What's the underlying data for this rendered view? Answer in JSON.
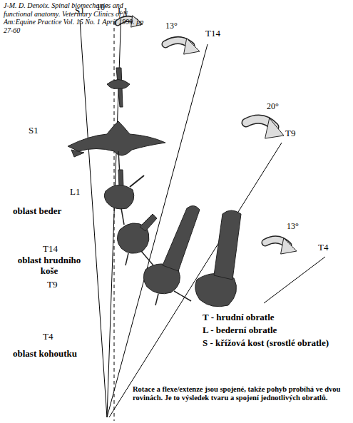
{
  "diagram": {
    "caption": "Rotace a flexe/extenze jsou spojené, takže pohyb probíhá ve dvou rovinách. Je to výsledek tvaru a spojení jednotlivých obratlů.",
    "labels": [
      "J-M. D. Denoix. Spinal biomechanics and functional anatomy. Veterinary Clinics of N Am:Equine Practice Vol. 15 No. 1 April 1999. pp 27-60",
      "S1",
      "10°",
      "L1",
      "13°",
      "T14",
      "S1",
      "20°",
      "T9",
      "L1",
      "oblast beder",
      "T14",
      "13°",
      "T4",
      "oblast hrudního koše",
      "T9",
      "T4",
      "oblast kohoutku",
      "T - hrudní obratle",
      "L - bederní obratle",
      "S - křížová kost (srostlé obratle)"
    ]
  }
}
